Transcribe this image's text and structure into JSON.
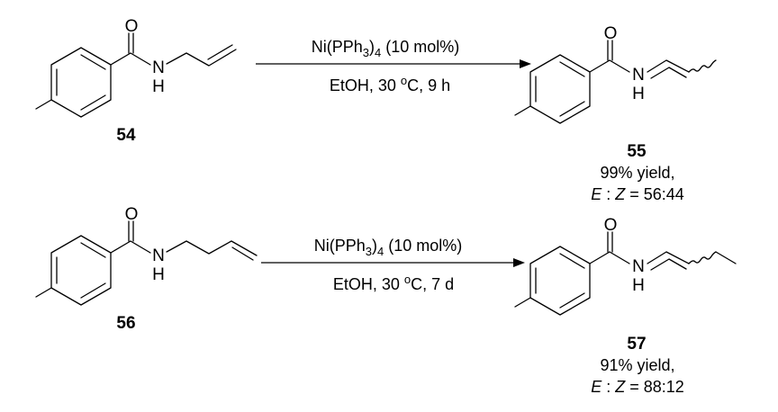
{
  "reactions": [
    {
      "reactant": {
        "label": "54",
        "atoms": {
          "O": "O",
          "N": "N",
          "H": "H"
        }
      },
      "conditions": {
        "catalyst_pre": "Ni(PPh",
        "catalyst_sub3": "3",
        "catalyst_close": ")",
        "catalyst_sub4": "4",
        "catalyst_post": " (10 mol%)",
        "solvent_pre": "EtOH, 30 ",
        "solvent_sup": "o",
        "solvent_post": "C, 9 h"
      },
      "product": {
        "label": "55",
        "atoms": {
          "O": "O",
          "N": "N",
          "H": "H"
        },
        "yield": "99% yield,",
        "ratio_E": "E",
        "ratio_mid": " : ",
        "ratio_Z": "Z",
        "ratio_value": " = 56:44"
      }
    },
    {
      "reactant": {
        "label": "56",
        "atoms": {
          "O": "O",
          "N": "N",
          "H": "H"
        }
      },
      "conditions": {
        "catalyst_pre": "Ni(PPh",
        "catalyst_sub3": "3",
        "catalyst_close": ")",
        "catalyst_sub4": "4",
        "catalyst_post": " (10 mol%)",
        "solvent_pre": "EtOH, 30 ",
        "solvent_sup": "o",
        "solvent_post": "C, 7 d"
      },
      "product": {
        "label": "57",
        "atoms": {
          "O": "O",
          "N": "N",
          "H": "H"
        },
        "yield": "91% yield,",
        "ratio_E": "E",
        "ratio_mid": " : ",
        "ratio_Z": "Z",
        "ratio_value": " = 88:12"
      }
    }
  ]
}
